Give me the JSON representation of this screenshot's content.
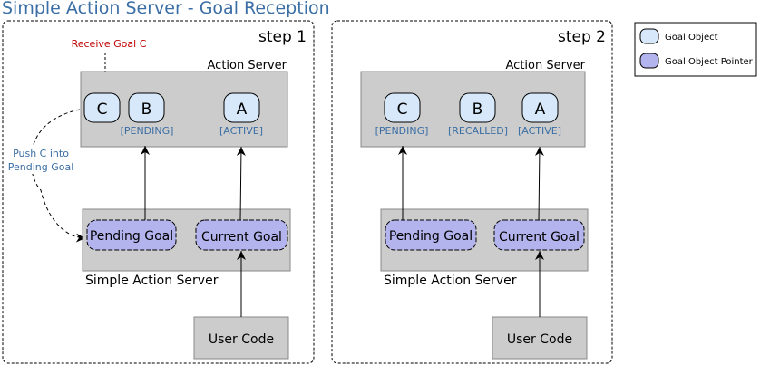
{
  "title": "Simple Action Server - Goal Reception",
  "colors": {
    "title": "#3a6ea5",
    "annotation_red": "#c00000",
    "bracket_text": "#3a6ea5",
    "push_text": "#3a6ea5",
    "server_fill": "#cccccc",
    "goal_object_fill": "#d7e8fa",
    "pointer_fill": "#b3b3ee"
  },
  "legend": {
    "goal_object": "Goal Object",
    "goal_pointer": "Goal Object Pointer"
  },
  "step1": {
    "label": "step 1",
    "receive": "Receive Goal C",
    "push_line1": "Push C into",
    "push_line2": "Pending Goal",
    "action_server": "Action Server",
    "goal_c": "C",
    "goal_b": "B",
    "goal_a": "A",
    "pending_tag": "[PENDING]",
    "active_tag": "[ACTIVE]",
    "simple_server": "Simple Action Server",
    "pending_goal": "Pending Goal",
    "current_goal": "Current Goal",
    "user_code": "User Code"
  },
  "step2": {
    "label": "step 2",
    "action_server": "Action Server",
    "goal_c": "C",
    "goal_b": "B",
    "goal_a": "A",
    "pending_tag": "[PENDING]",
    "recalled_tag": "[RECALLED]",
    "active_tag": "[ACTIVE]",
    "simple_server": "Simple Action Server",
    "pending_goal": "Pending Goal",
    "current_goal": "Current Goal",
    "user_code": "User Code"
  }
}
